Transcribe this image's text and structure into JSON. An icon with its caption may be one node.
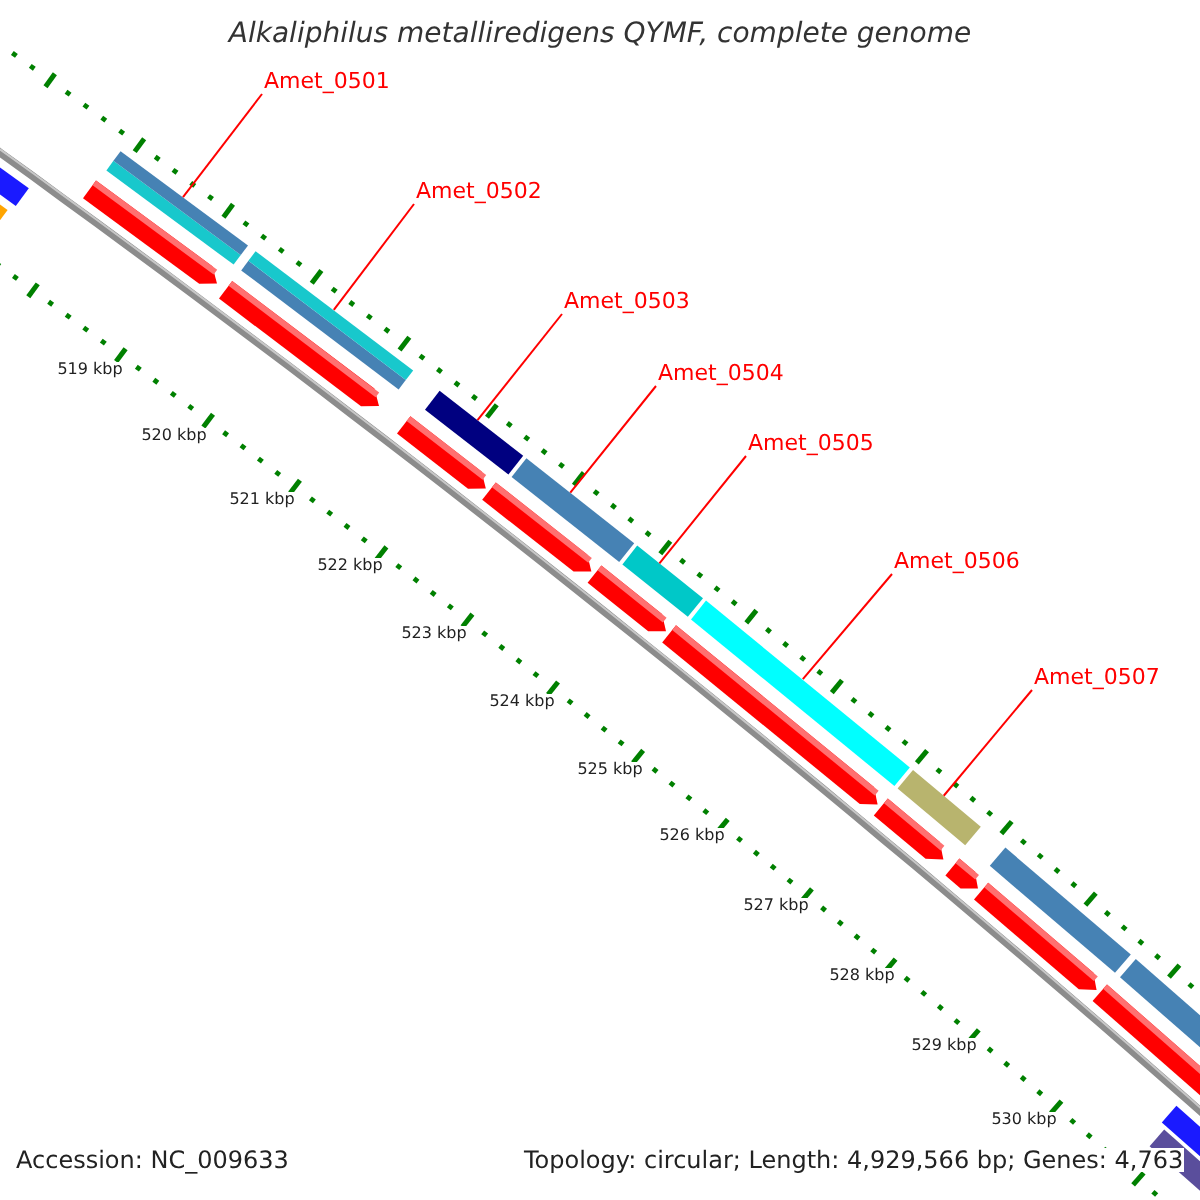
{
  "diagram": {
    "title": "Alkaliphilus metalliredigens QYMF, complete genome",
    "nodes": [
      {
        "text": [
          "Amet_0501"
        ]
      },
      {
        "text": [
          "Amet_0502"
        ]
      },
      {
        "text": [
          "Amet_0503"
        ]
      },
      {
        "text": [
          "Amet_0504"
        ]
      },
      {
        "text": [
          "Amet_0505"
        ]
      },
      {
        "text": [
          "Amet_0506"
        ]
      },
      {
        "text": [
          "Amet_0507"
        ]
      },
      {
        "text": [],
        "shape": "bar"
      },
      {
        "text": [],
        "shape": "bar"
      },
      {
        "text": [],
        "shape": "bar"
      },
      {
        "text": [],
        "shape": "bar"
      },
      {
        "text": [],
        "shape": "bar"
      },
      {
        "text": [],
        "shape": "bar"
      },
      {
        "text": [],
        "shape": "bar"
      }
    ],
    "edges": [
      {
        "from": 0,
        "to": 7,
        "arrow": "none"
      },
      {
        "from": 1,
        "to": 8,
        "arrow": "none"
      },
      {
        "from": 2,
        "to": 9,
        "arrow": "none"
      },
      {
        "from": 3,
        "to": 10,
        "arrow": "none"
      },
      {
        "from": 4,
        "to": 11,
        "arrow": "none"
      },
      {
        "from": 5,
        "to": 12,
        "arrow": "none"
      },
      {
        "from": 6,
        "to": 13,
        "arrow": "none"
      }
    ],
    "labels": [
      "519 kbp",
      "520 kbp",
      "521 kbp",
      "522 kbp",
      "523 kbp",
      "524 kbp",
      "525 kbp",
      "526 kbp",
      "527 kbp",
      "528 kbp",
      "529 kbp",
      "530 kbp",
      "Accession: NC_009633",
      "Topology: circular; Length: 4,929,566 bp; Genes: 4,763"
    ]
  }
}
